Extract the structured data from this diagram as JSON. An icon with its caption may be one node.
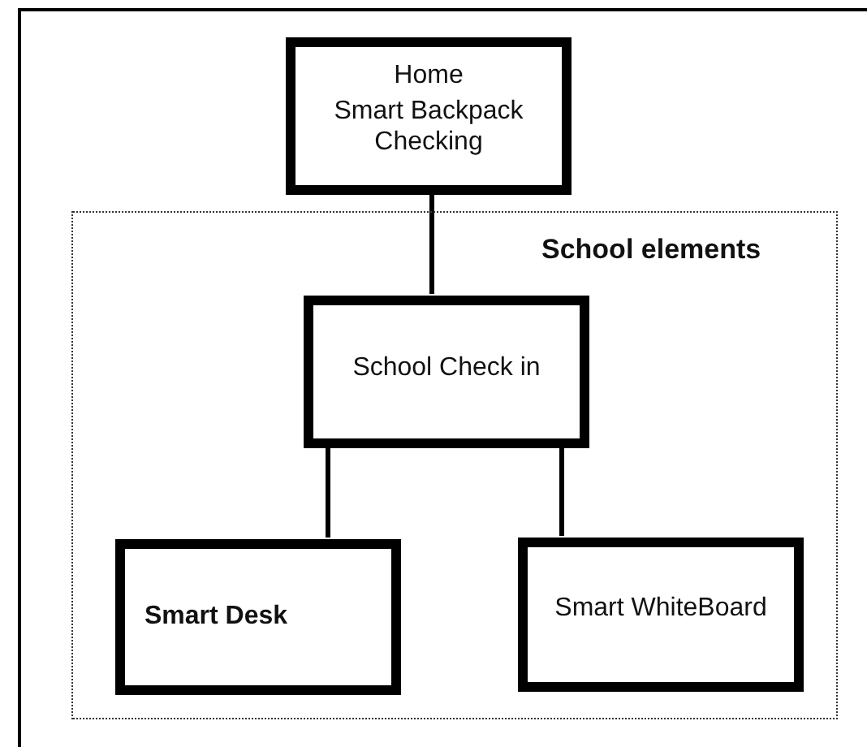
{
  "diagram": {
    "nodes": [
      {
        "text": [
          "Home",
          "Smart Backpack Checking"
        ]
      },
      {
        "text": [
          "School elements"
        ]
      },
      {
        "text": [
          "School Check in"
        ],
        "in": 1
      },
      {
        "text": [
          "Smart Desk"
        ],
        "in": 1
      },
      {
        "text": [
          "Smart WhiteBoard"
        ],
        "in": 1
      }
    ],
    "edges": [
      {
        "from": 0,
        "to": 2,
        "arrow": "none"
      },
      {
        "from": 2,
        "to": 3,
        "arrow": "none"
      },
      {
        "from": 2,
        "to": 4,
        "arrow": "none"
      }
    ]
  }
}
